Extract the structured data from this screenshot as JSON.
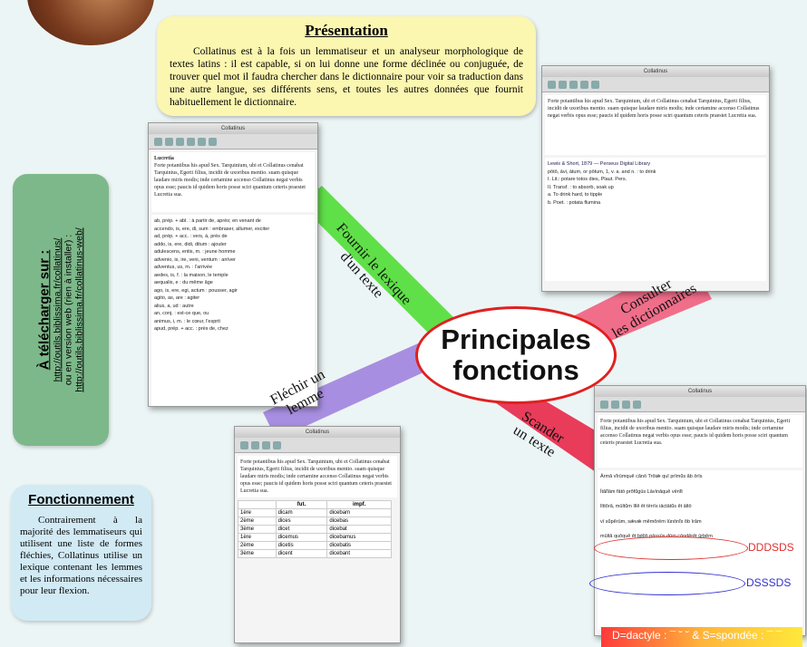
{
  "presentation": {
    "title": "Présentation",
    "text": "Collatinus est à la fois un lemmatiseur et un analyseur morphologique de textes latins : il est capable, si on lui donne une forme déclinée ou conjuguée, de trouver quel mot il faudra chercher dans le dictionnaire pour voir sa traduction dans une autre langue, ses différents sens, et toutes les autres données que fournit habituellement le dictionnaire."
  },
  "download": {
    "title": "À télécharger sur :",
    "url1": "http://outils.biblissima.fr/collatinus/",
    "note": "ou en version web (rien à installer) :",
    "url2": "http://outils.biblissima.fr/collatinus-web/"
  },
  "fonctionnement": {
    "title": "Fonctionnement",
    "text": "Contrairement à la majorité des lemmatiseurs qui utilisent une liste de formes fléchies, Collatinus utilise un lexique contenant les lemmes et les informations nécessaires pour leur flexion."
  },
  "center": {
    "line1": "Principales",
    "line2": "fonctions"
  },
  "branches": {
    "lexique": {
      "line1": "Fournir le lexique",
      "line2": "d'un texte",
      "color": "#5fe048"
    },
    "dictionnaires": {
      "line1": "Consulter",
      "line2": "les dictionnaires",
      "color": "#f06e8a"
    },
    "flechir": {
      "line1": "Fléchir un",
      "line2": "lemme",
      "color": "#a88ee0"
    },
    "scander": {
      "line1": "Scander",
      "line2": "un texte",
      "color": "#e83c5a"
    }
  },
  "scansion": {
    "label1": "DDDSDS",
    "label2": "DSSSDS",
    "color1": "#e03030",
    "color2": "#3030d0"
  },
  "legend": {
    "text": "D=dactyle : ¯ ˘ ˘      &      S=spondée : ¯ ¯"
  },
  "windows": {
    "title": "Collatinus",
    "text_heading": "Lucretia",
    "sample": "Forte potantibus his apud Sex. Tarquinium, ubi et Collatinus cenabat Tarquinius, Egerii filius, incidit de uxoribus mentio. suam quisque laudare miris modis; inde certamine accenso Collatinus negat verbis opus esse; paucis id quidem horis posse sciri quantum ceteris praestet Lucretia sua.",
    "lexique_lines": [
      "ab, prép. + abl. : à partir de, après; en venant de",
      "accendo, is, ere, di, sum : embraser, allumer, exciter",
      "ad, prép. + acc. : vers, à, près de",
      "addo, is, ere, didi, ditum : ajouter",
      "adulescens, entis, m. : jeune homme",
      "advenio, is, ire, veni, ventum : arriver",
      "adventus, us, m. : l'arrivée",
      "aedes, is, f. : la maison, le temple",
      "aequalis, e : du même âge",
      "ago, is, ere, egi, actum : pousser, agir",
      "agito, as, are : agiter",
      "alius, a, ud : autre",
      "an, conj. : est-ce que, ou",
      "animus, i, m. : le cœur, l'esprit",
      "apud, prép. + acc. : près de, chez"
    ],
    "dict_header": "Lewis & Short, 1879 — Perseus Digital Library",
    "dict_lines": [
      "pōtō, āvi, ātum, or pōtum, 1, v. a. and n. : to drink",
      "I. Lit.: potare totos dies, Plaut. Pers.",
      "II. Transf. : to absorb, soak up",
      "a. To drink hard, to tipple",
      "b. Poet. : potata flumina"
    ],
    "flex_columns": [
      "",
      "fut.",
      "impf."
    ],
    "flex_rows": [
      [
        "1ère",
        "dicam",
        "dicebam"
      ],
      [
        "2ème",
        "dices",
        "dicebas"
      ],
      [
        "3ème",
        "dicet",
        "dicebat"
      ],
      [
        "1ère",
        "dicemus",
        "dicebamus"
      ],
      [
        "2ème",
        "dicetis",
        "dicebatis"
      ],
      [
        "3ème",
        "dicent",
        "dicebant"
      ]
    ],
    "scan_lines": [
      "Ārmă vĭrūmquĕ cănō Trōiǣ quī prīmŭs ăb ōrīs",
      "Ītălĭām fātō prŏfŭgūs Lāvīnăquĕ vēnĭt",
      "līttŏră, mūltŭm īllĕ ĕt tērrīs iāctātŭs ĕt āltō",
      "vī sŭpĕrūm, sǣvǣ mĕmŏrēm Iūnōnĭs ŏb īrăm",
      "mūltă quŏquĕ ĕt bēllō pāssūs dūm cōndĕrĕt ūrbĕm"
    ]
  }
}
